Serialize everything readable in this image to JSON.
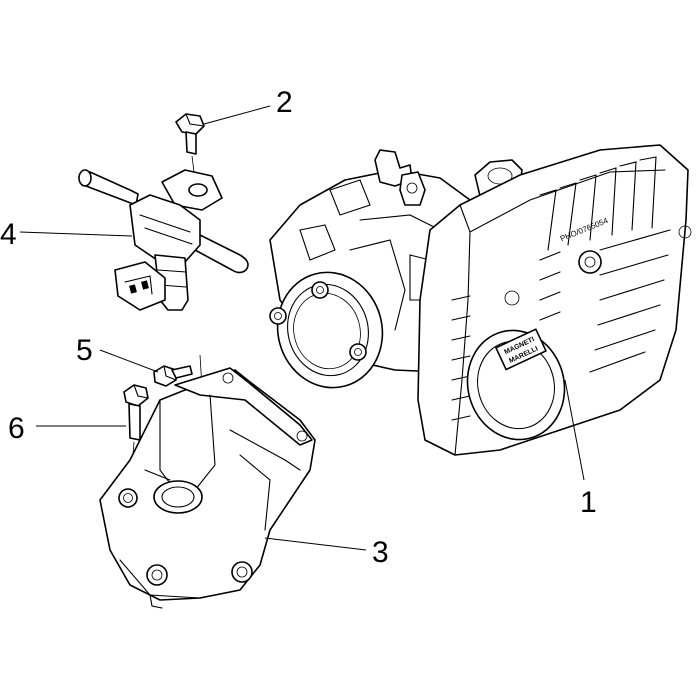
{
  "diagram": {
    "background": "#ffffff",
    "line_color": "#000000",
    "callouts": [
      {
        "id": "1",
        "label": "1"
      },
      {
        "id": "2",
        "label": "2"
      },
      {
        "id": "3",
        "label": "3"
      },
      {
        "id": "4",
        "label": "4"
      },
      {
        "id": "5",
        "label": "5"
      },
      {
        "id": "6",
        "label": "6"
      }
    ],
    "nameplate": {
      "brand_line1": "MAGNETI",
      "brand_line2": "MARELLI",
      "part_code": "PHO/0765054"
    }
  }
}
